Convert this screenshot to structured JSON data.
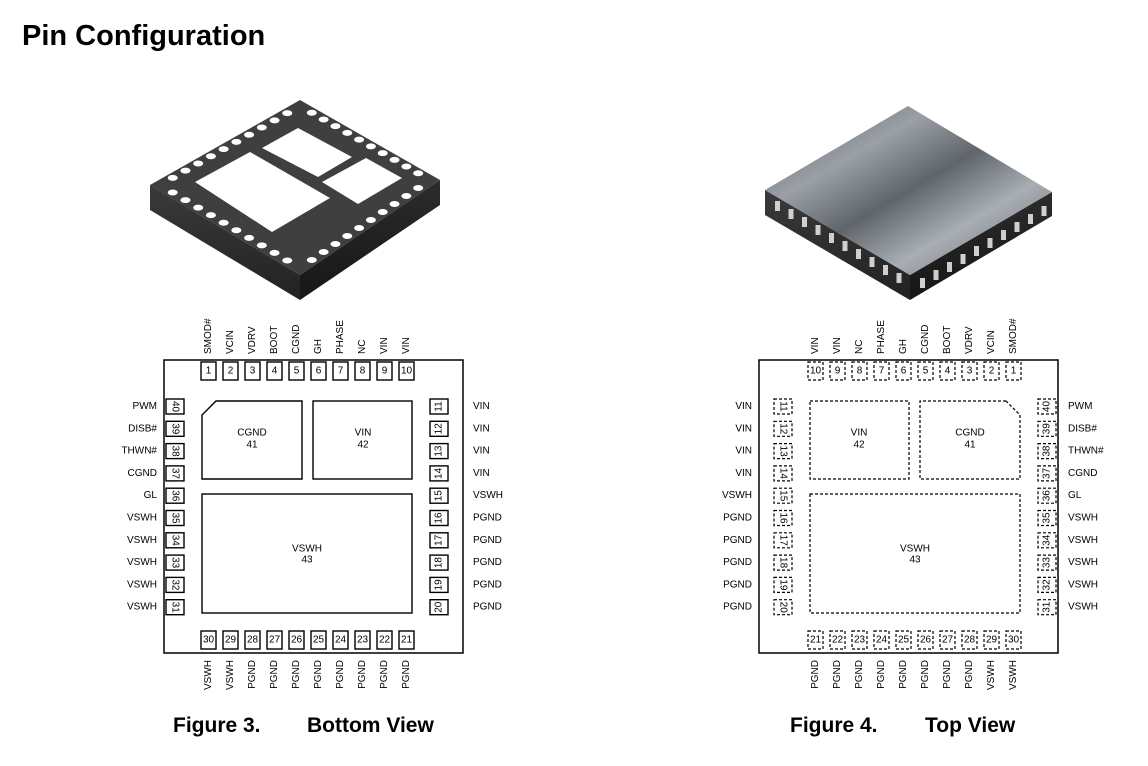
{
  "page": {
    "title": "Pin Configuration"
  },
  "figures": [
    {
      "id": "bottom",
      "number": "Figure 3.",
      "caption": "Bottom View"
    },
    {
      "id": "top",
      "number": "Figure 4.",
      "caption": "Top View"
    }
  ],
  "pins": [
    {
      "n": "1",
      "name": "SMOD#"
    },
    {
      "n": "2",
      "name": "VCIN"
    },
    {
      "n": "3",
      "name": "VDRV"
    },
    {
      "n": "4",
      "name": "BOOT"
    },
    {
      "n": "5",
      "name": "CGND"
    },
    {
      "n": "6",
      "name": "GH"
    },
    {
      "n": "7",
      "name": "PHASE"
    },
    {
      "n": "8",
      "name": "NC"
    },
    {
      "n": "9",
      "name": "VIN"
    },
    {
      "n": "10",
      "name": "VIN"
    },
    {
      "n": "11",
      "name": "VIN"
    },
    {
      "n": "12",
      "name": "VIN"
    },
    {
      "n": "13",
      "name": "VIN"
    },
    {
      "n": "14",
      "name": "VIN"
    },
    {
      "n": "15",
      "name": "VSWH"
    },
    {
      "n": "16",
      "name": "PGND"
    },
    {
      "n": "17",
      "name": "PGND"
    },
    {
      "n": "18",
      "name": "PGND"
    },
    {
      "n": "19",
      "name": "PGND"
    },
    {
      "n": "20",
      "name": "PGND"
    },
    {
      "n": "21",
      "name": "PGND"
    },
    {
      "n": "22",
      "name": "PGND"
    },
    {
      "n": "23",
      "name": "PGND"
    },
    {
      "n": "24",
      "name": "PGND"
    },
    {
      "n": "25",
      "name": "PGND"
    },
    {
      "n": "26",
      "name": "PGND"
    },
    {
      "n": "27",
      "name": "PGND"
    },
    {
      "n": "28",
      "name": "PGND"
    },
    {
      "n": "29",
      "name": "VSWH"
    },
    {
      "n": "30",
      "name": "VSWH"
    },
    {
      "n": "31",
      "name": "VSWH"
    },
    {
      "n": "32",
      "name": "VSWH"
    },
    {
      "n": "33",
      "name": "VSWH"
    },
    {
      "n": "34",
      "name": "VSWH"
    },
    {
      "n": "35",
      "name": "VSWH"
    },
    {
      "n": "36",
      "name": "GL"
    },
    {
      "n": "37",
      "name": "CGND"
    },
    {
      "n": "38",
      "name": "THWN#"
    },
    {
      "n": "39",
      "name": "DISB#"
    },
    {
      "n": "40",
      "name": "PWM"
    }
  ],
  "pads": {
    "cgnd": {
      "name": "CGND",
      "n": "41"
    },
    "vin": {
      "name": "VIN",
      "n": "42"
    },
    "vswh": {
      "name": "VSWH",
      "n": "43"
    }
  }
}
